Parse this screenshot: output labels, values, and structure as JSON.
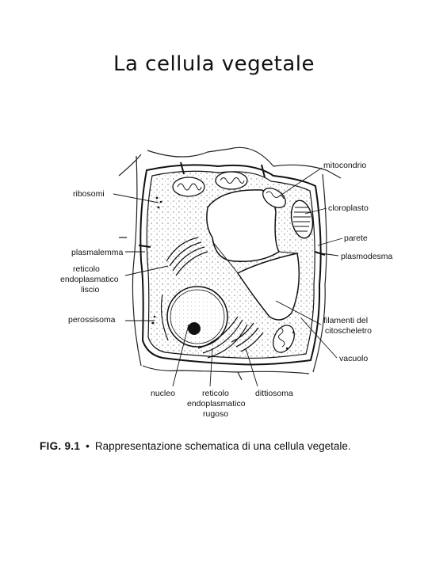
{
  "title": "La cellula vegetale",
  "labels": {
    "ribosomi": "ribosomi",
    "plasmalemma": "plasmalemma",
    "reticolo_liscio_1": "reticolo",
    "reticolo_liscio_2": "endoplasmatico",
    "reticolo_liscio_3": "liscio",
    "perossisoma": "perossisoma",
    "mitocondrio": "mitocondrio",
    "cloroplasto": "cloroplasto",
    "parete": "parete",
    "plasmodesma": "plasmodesma",
    "filamenti_1": "filamenti del",
    "filamenti_2": "citoscheletro",
    "vacuolo": "vacuolo",
    "nucleo": "nucleo",
    "reticolo_rugoso_1": "reticolo",
    "reticolo_rugoso_2": "endoplasmatico",
    "reticolo_rugoso_3": "rugoso",
    "dittiosoma": "dittiosoma"
  },
  "caption": {
    "fig": "FIG. 9.1",
    "bullet": "•",
    "text": "Rappresentazione schematica di una cellula vegetale."
  }
}
